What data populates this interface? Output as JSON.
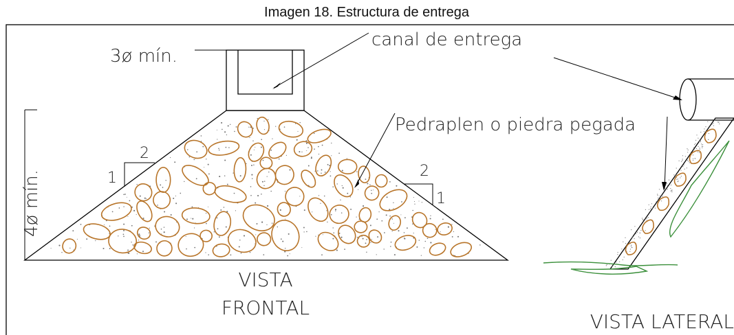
{
  "caption": "Imagen 18. Estructura de entrega",
  "labels": {
    "width_note": "3ø mín.",
    "channel": "canal de entrega",
    "height_note": "4ø mín.",
    "fill": "Pedraplen o piedra pegada",
    "slope_left_run": "2",
    "slope_left_rise": "1",
    "slope_right_run": "2",
    "slope_right_rise": "1",
    "front_view_line1": "VISTA",
    "front_view_line2": "FRONTAL",
    "side_view": "VISTA LATERAL"
  },
  "colors": {
    "stone": "#b8752a",
    "vegetation": "#3a8f3a",
    "lines": "#000000"
  }
}
